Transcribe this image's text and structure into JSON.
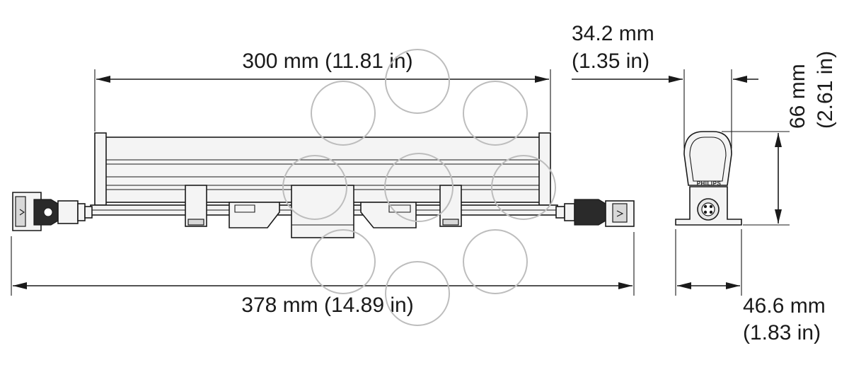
{
  "dimensions": {
    "housing_length": "300 mm (11.81 in)",
    "overall_length": "378 mm (14.89 in)",
    "depth_mm": "34.2 mm",
    "depth_in": "(1.35 in)",
    "height_mm": "66 mm",
    "height_in": "(2.61 in)",
    "base_width_mm": "46.6 mm",
    "base_width_in": "(1.83 in)"
  },
  "brand_logo": "PHILIPS",
  "colors": {
    "line": "#1a1a1a",
    "watermark": "#bdbdbd",
    "background": "#ffffff"
  }
}
